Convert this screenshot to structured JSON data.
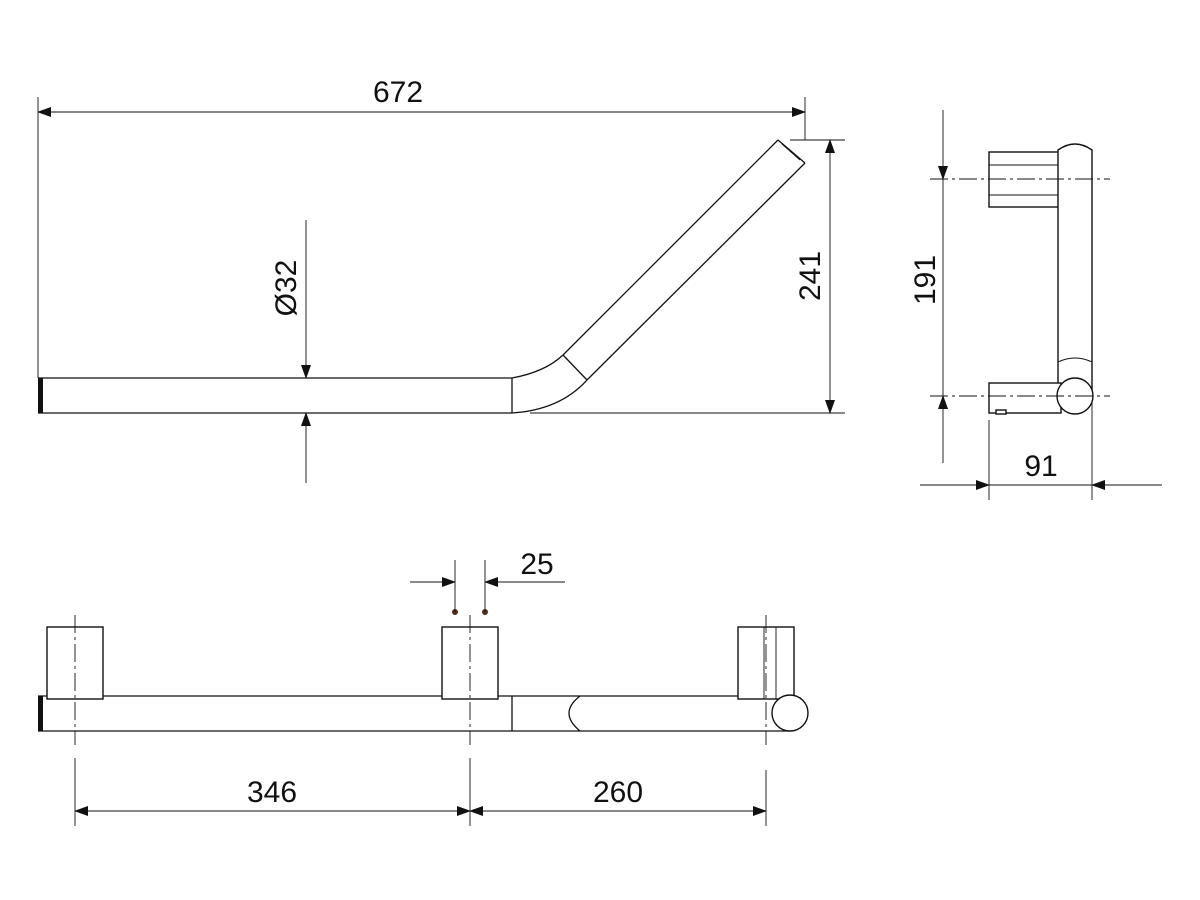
{
  "dimensions": {
    "overall_length": "672",
    "diameter": "Ø32",
    "angled_height": "241",
    "side_height": "191",
    "side_depth": "91",
    "screw_spacing": "25",
    "left_span": "346",
    "right_span": "260"
  },
  "colors": {
    "line": "#111111",
    "background": "#ffffff"
  }
}
